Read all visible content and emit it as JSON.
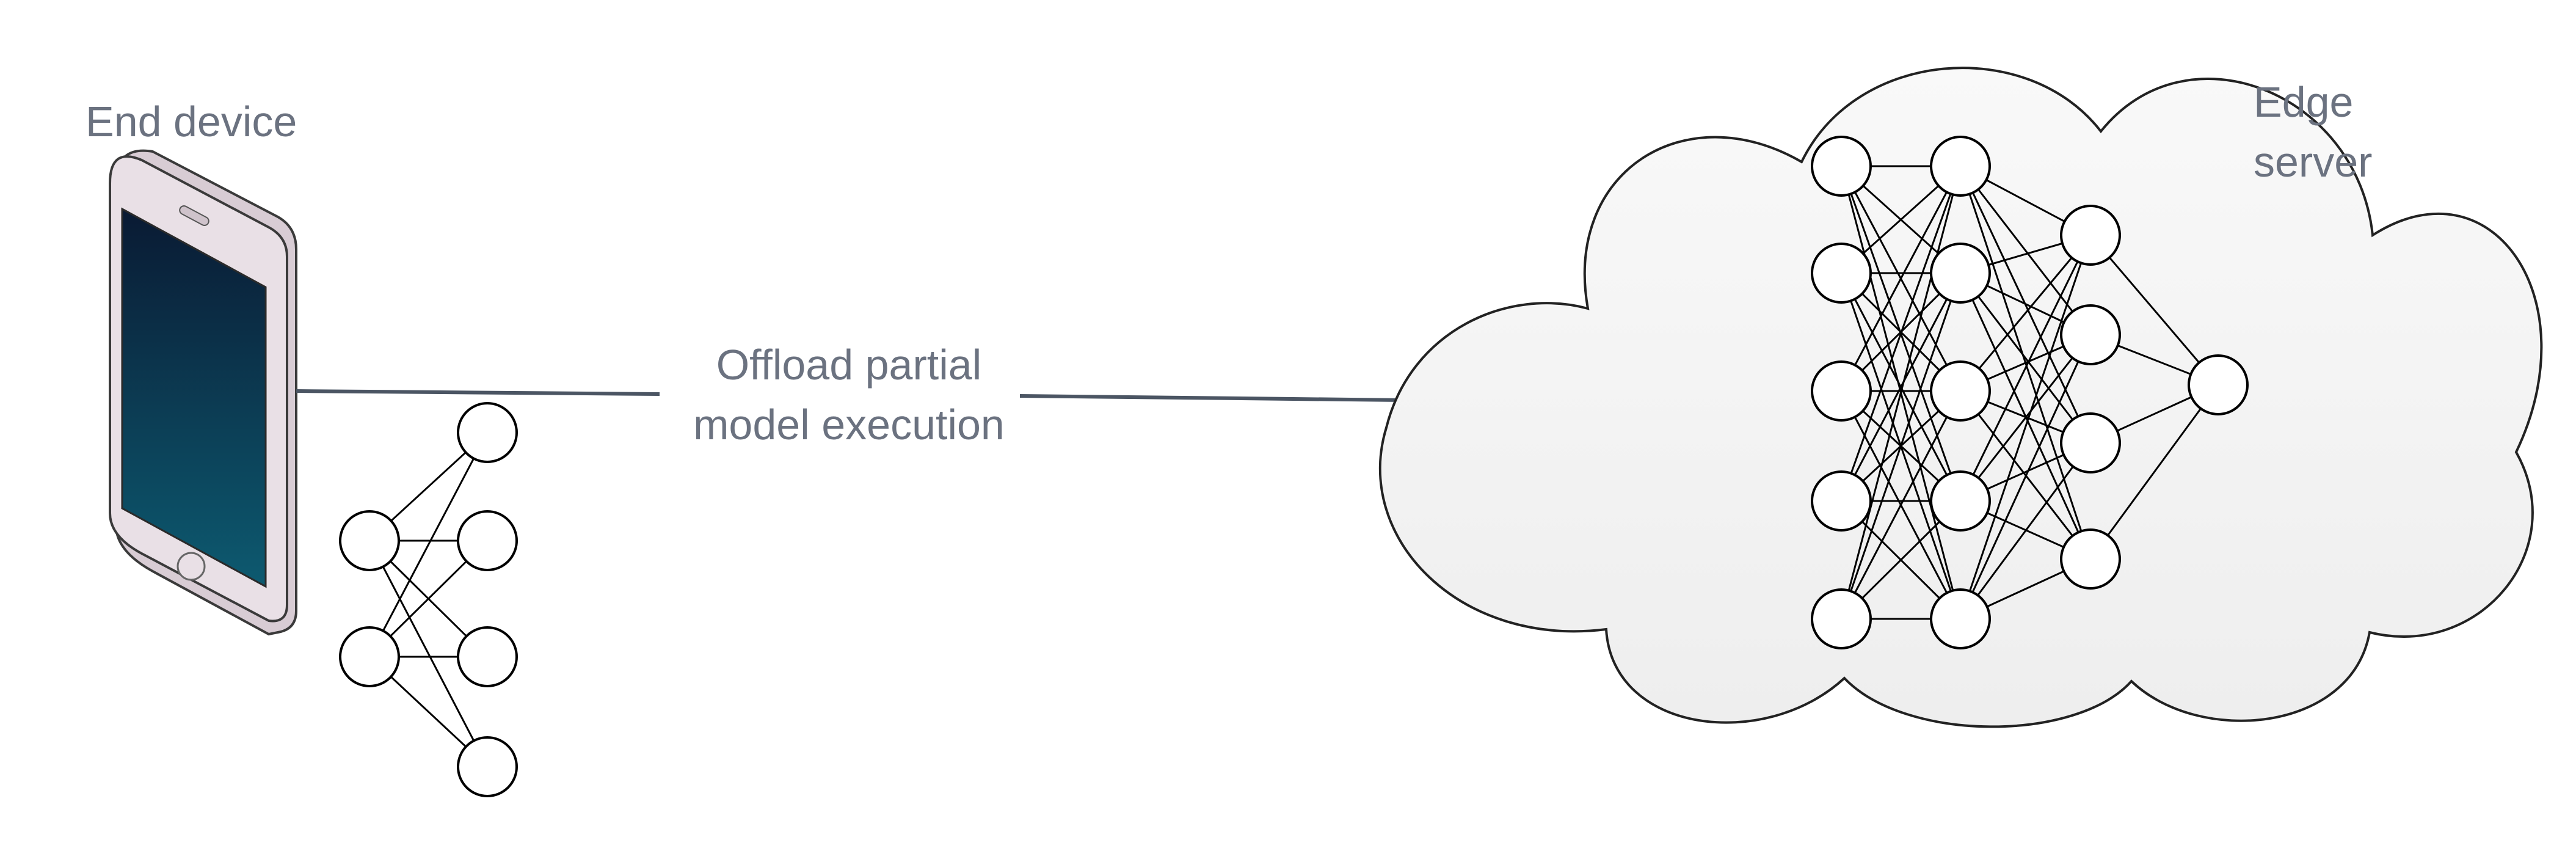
{
  "labels": {
    "end_device": "End device",
    "edge_server_line1": "Edge",
    "edge_server_line2": "server",
    "offload_line1": "Offload partial",
    "offload_line2": "model execution"
  },
  "icons": {
    "end_device": "smartphone-icon",
    "edge_server": "cloud-icon",
    "small_network": "neural-network-icon",
    "large_network": "neural-network-icon"
  },
  "colors": {
    "label_text": "#6b7280",
    "arrow": "#4b5563",
    "cloud_fill": "#f3f3f3",
    "phone_screen_top": "#0a1a33",
    "phone_screen_bottom": "#0d5a70",
    "phone_body": "#e7dde3"
  }
}
